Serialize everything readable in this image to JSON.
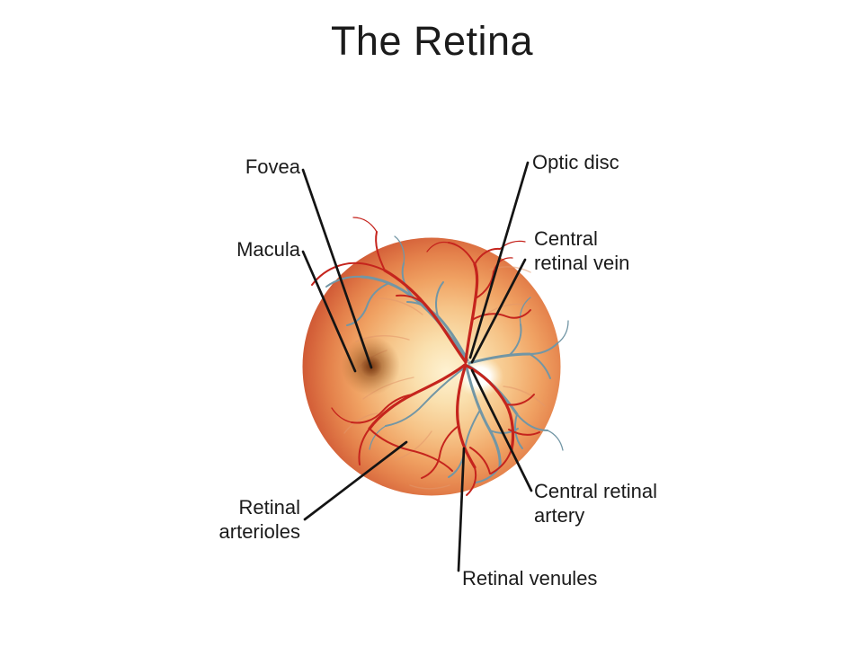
{
  "title": "The Retina",
  "labels": {
    "fovea": "Fovea",
    "macula": "Macula",
    "optic_disc": "Optic disc",
    "central_retinal_vein": "Central retinal vein",
    "central_retinal_artery": "Central retinal artery",
    "retinal_arterioles": "Retinal arterioles",
    "retinal_venules": "Retinal venules"
  },
  "illustration": {
    "colors": {
      "background": "#ffffff",
      "text": "#1b1b1b",
      "leader_line": "#141414",
      "artery_red": "#c5241d",
      "vein_blue": "#7296a5",
      "fundus_center": "#fdf0cd",
      "fundus_mid": "#f0a263",
      "fundus_rim": "#c24c2a",
      "macula_brown": "#8c4a1e",
      "optic_disc": "#ffffff"
    }
  }
}
